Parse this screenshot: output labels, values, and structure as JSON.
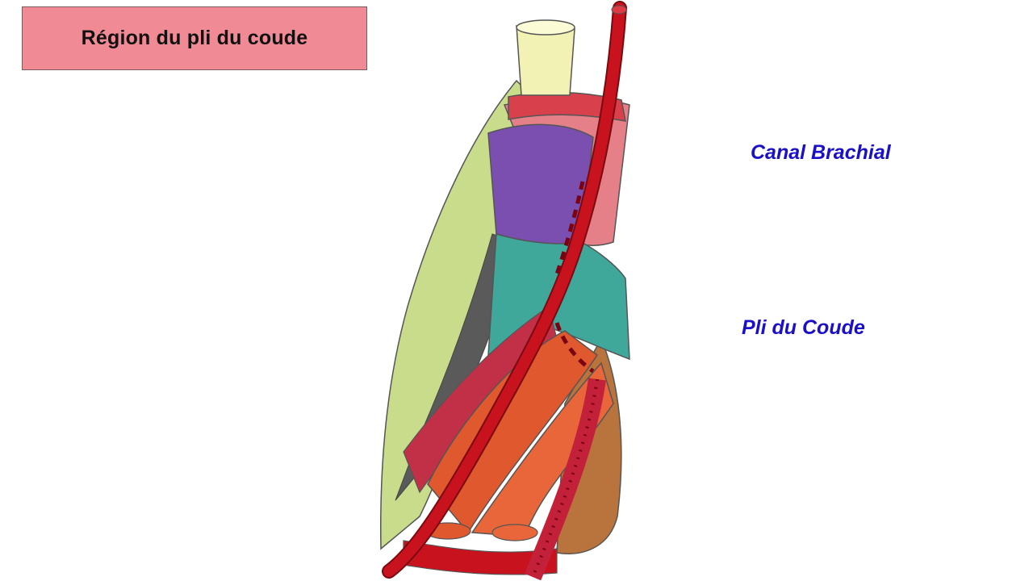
{
  "slide": {
    "title": "Région du pli du coude"
  },
  "labels": {
    "canal_brachial": "Canal Brachial",
    "pli_du_coude": "Pli du Coude"
  },
  "colors": {
    "title_background": "#f08a94",
    "label_text": "#1a10c8",
    "artery": "#c8121e",
    "humerus": "#f2f2b4",
    "biceps_sheath": "#7a4fb0",
    "aponeurosis": "#3fa89a",
    "triceps": "#c9dc8c",
    "forearm_muscles": "#e0582e"
  }
}
